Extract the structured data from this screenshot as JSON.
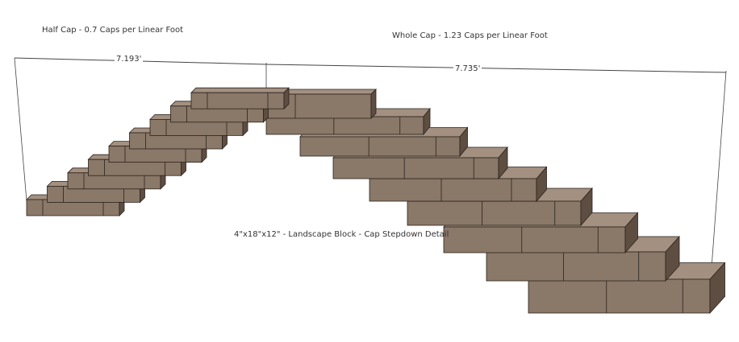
{
  "labels": {
    "half_cap": "Half Cap - 0.7 Caps per Linear Foot",
    "whole_cap": "Whole Cap - 1.23 Caps per Linear Foot",
    "detail_title": "4\"x18\"x12\" - Landscape Block - Cap Stepdown Detail"
  },
  "dimensions": {
    "left": "7.193'",
    "right": "7.735'"
  },
  "colors": {
    "block_front": "#8a7868",
    "block_top": "#a39080",
    "block_side": "#5e4e42",
    "edge": "#2a221c",
    "dimension_line": "#444444"
  }
}
